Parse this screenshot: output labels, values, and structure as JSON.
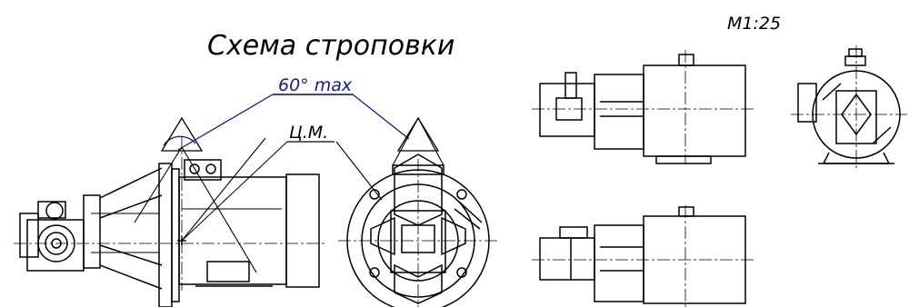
{
  "title": "Схема строповки",
  "angle_label": "60° max",
  "cm_label": "Ц.М.",
  "scale_label": "M1:25",
  "colors": {
    "ink": "#000000",
    "sling": "#1a1a8c",
    "background": "#ffffff"
  }
}
